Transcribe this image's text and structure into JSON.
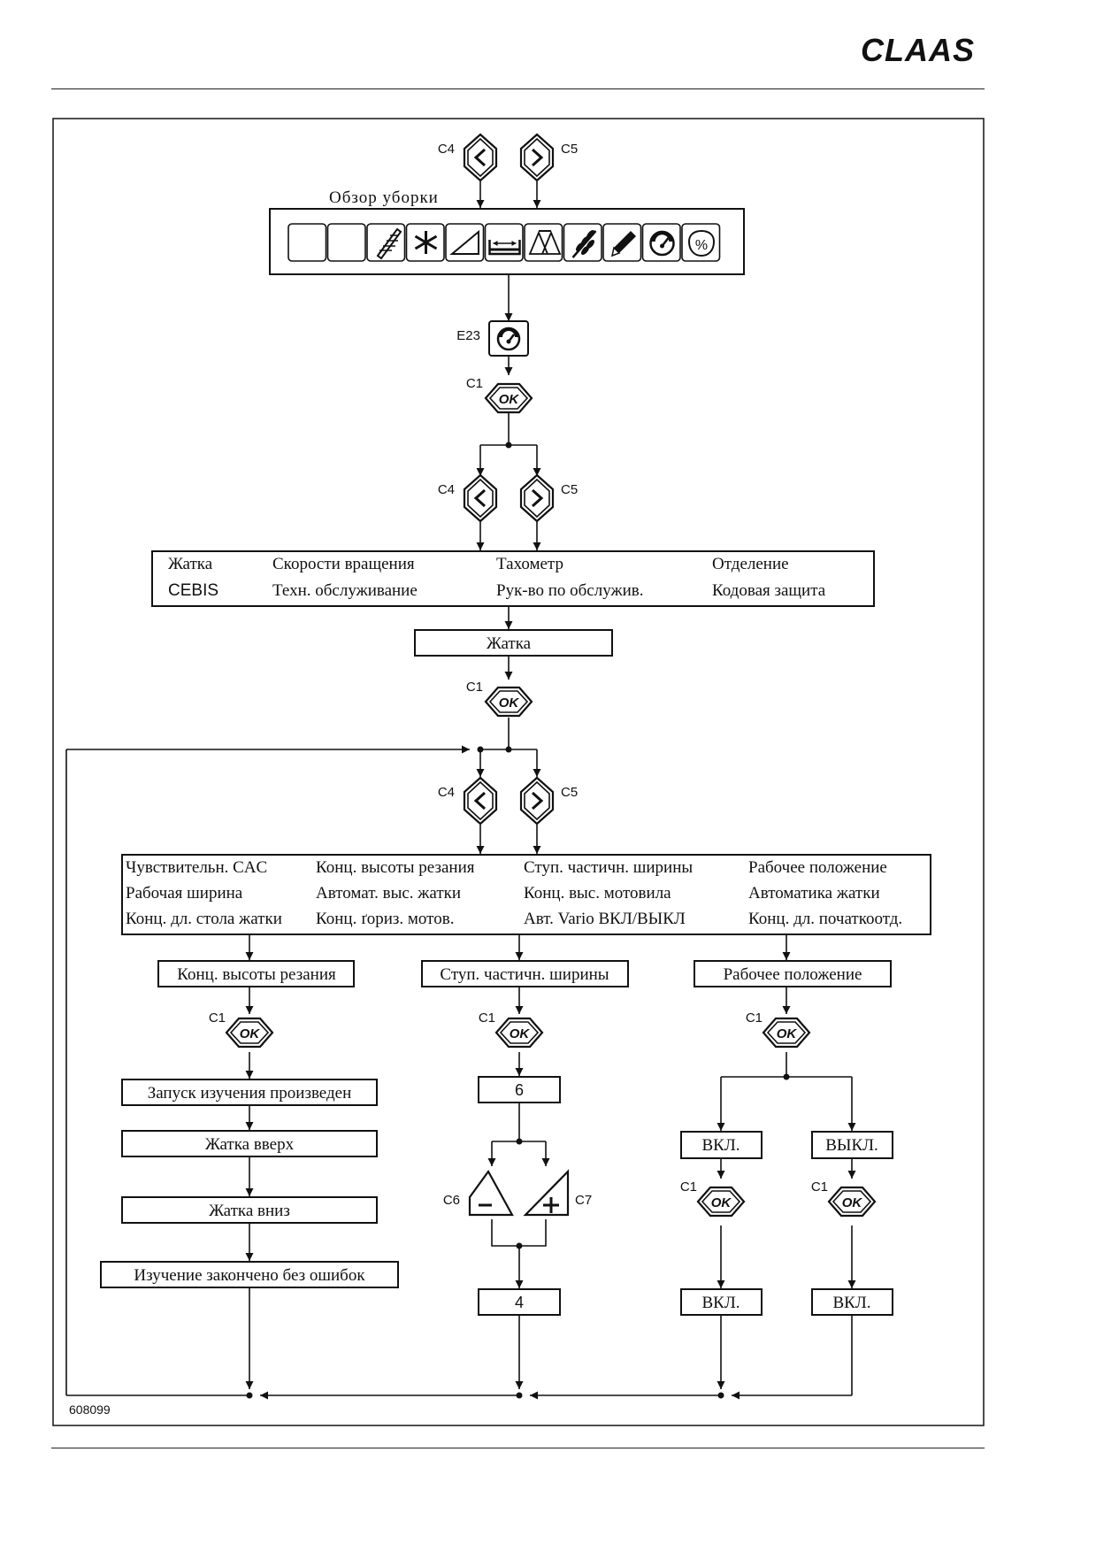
{
  "brand": "CLAAS",
  "figure_id": "608099",
  "keys": {
    "c1": "C1",
    "c4": "C4",
    "c5": "C5",
    "c6": "C6",
    "c7": "C7",
    "e23": "E23",
    "ok": "OK"
  },
  "overview_label": "Обзор уборки",
  "overview_icons": [
    "blank-slot",
    "blank-slot",
    "header-icon",
    "fan-icon",
    "slope-icon",
    "width-measure-icon",
    "weighing-icon",
    "grain-icon",
    "pencil-icon",
    "tachometer-icon",
    "loss-percent-icon"
  ],
  "menu1": {
    "row1": [
      "Жатка",
      "Скорости вращения",
      "Тахометр",
      "Отделение"
    ],
    "row2": [
      "CEBIS",
      "Техн. обслуживание",
      "Рук-во по обслужив.",
      "Кодовая защита"
    ]
  },
  "menu1_selected": "Жатка",
  "menu2": {
    "row1": [
      "Чувствительн. CAC",
      "Конц. высоты резания",
      "Ступ. частичн. ширины",
      "Рабочее положение"
    ],
    "row2": [
      "Рабочая ширина",
      "Автомат. выс. жатки",
      "Конц. выс. мотовила",
      "Автоматика жатки"
    ],
    "row3": [
      "Конц. дл. стола жатки",
      "Конц. ґориз. мотов.",
      "Авт. Vario ВКЛ/ВЫКЛ",
      "Конц. дл. початкоотд."
    ]
  },
  "branch_left": {
    "title": "Конц. высоты резания",
    "steps": [
      "Запуск изучения произведен",
      "Жатка вверх",
      "Жатка вниз",
      "Изучение закончено без ошибок"
    ]
  },
  "branch_middle": {
    "title": "Ступ. частичн. ширины",
    "value_before": "6",
    "value_after": "4"
  },
  "branch_right": {
    "title": "Рабочее положение",
    "option_on": "ВКЛ.",
    "option_off": "ВЫКЛ.",
    "result_left": "ВКЛ.",
    "result_right": "ВКЛ."
  }
}
